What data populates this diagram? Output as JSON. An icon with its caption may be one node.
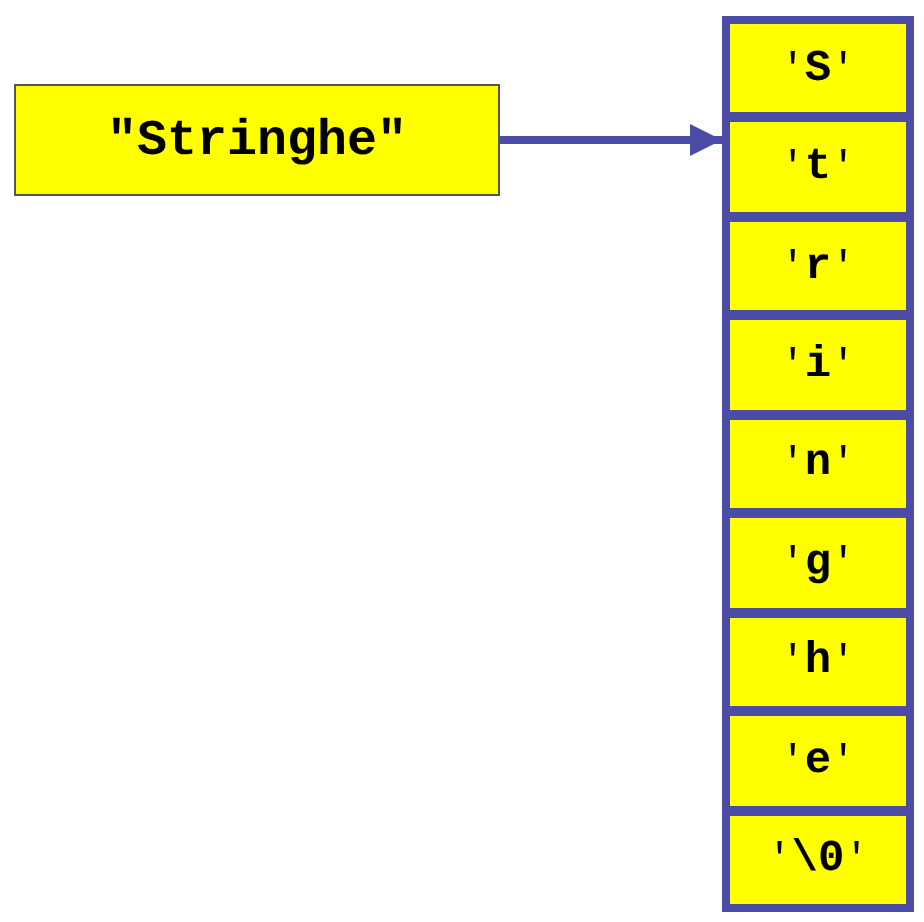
{
  "diagram": {
    "nodes": [
      {
        "text": [
          "\"Stringhe\""
        ]
      },
      {
        "text": [],
        "shape": "box"
      },
      {
        "text": [
          "'**S**'"
        ],
        "in": 1
      },
      {
        "text": [
          "'**t**'"
        ],
        "in": 1
      },
      {
        "text": [
          "'**r**'"
        ],
        "in": 1
      },
      {
        "text": [
          "'**i**'"
        ],
        "in": 1
      },
      {
        "text": [
          "'**n**'"
        ],
        "in": 1
      },
      {
        "text": [
          "'**g**'"
        ],
        "in": 1
      },
      {
        "text": [
          "'**h**'"
        ],
        "in": 1
      },
      {
        "text": [
          "'**e**'"
        ],
        "in": 1
      },
      {
        "text": [
          "'**\\0**'"
        ],
        "in": 1
      }
    ],
    "edges": [
      {
        "from": 0,
        "to": 1,
        "arrow": "to"
      }
    ]
  }
}
